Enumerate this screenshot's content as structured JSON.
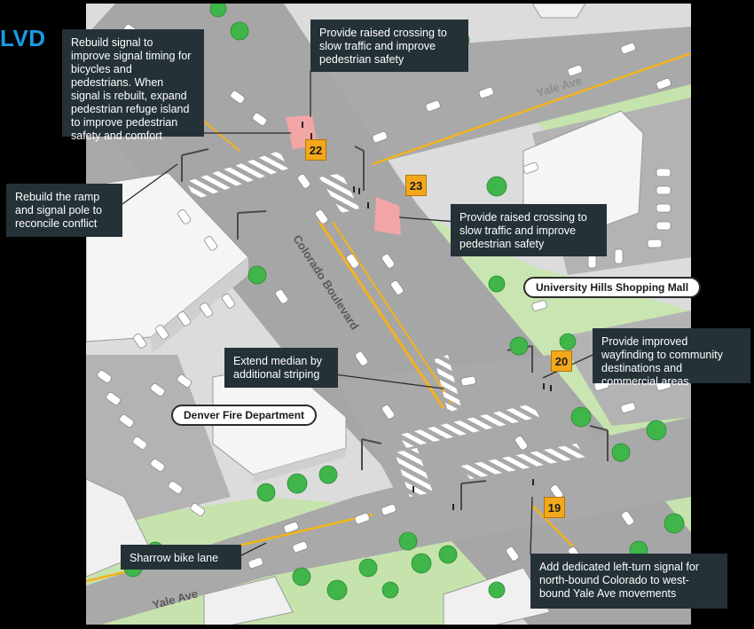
{
  "brand": "LVD",
  "callouts": {
    "c1": "Rebuild signal to improve signal timing for bicycles and pedestrians. When signal is rebuilt, expand pedestrian refuge island to improve pedestrian safety and comfort",
    "c2": "Provide raised crossing to slow traffic and improve pedestrian safety",
    "c3": "Rebuild the ramp and signal pole to reconcile conflict",
    "c4": "Provide raised crossing to slow traffic and improve pedestrian safety",
    "c5": "Extend median by additional striping",
    "c6": "Provide improved wayfinding to community destinations and commercial areas",
    "c7": "Sharrow bike lane",
    "c8": "Add dedicated left-turn signal for north-bound Colorado to west-bound Yale Ave movements"
  },
  "badges": {
    "b22": "22",
    "b23": "23",
    "b20": "20",
    "b19": "19"
  },
  "places": {
    "mall": "University Hills Shopping Mall",
    "fire": "Denver Fire Department"
  },
  "streets": {
    "yale_top": "Yale Ave",
    "colorado": "Colorado Boulevard",
    "yale_bottom": "Yale Ave"
  },
  "colors": {
    "background": "#000000",
    "callout": "#243137",
    "badge": "#f3a81a",
    "road": "#a9a9a9",
    "ground": "#dcdcdc",
    "grass": "#bfe0a6",
    "tree": "#3fb54a",
    "raised_crossing": "#f2a5a5",
    "lane_yellow": "#f3b31a",
    "brand": "#1a9be6"
  }
}
